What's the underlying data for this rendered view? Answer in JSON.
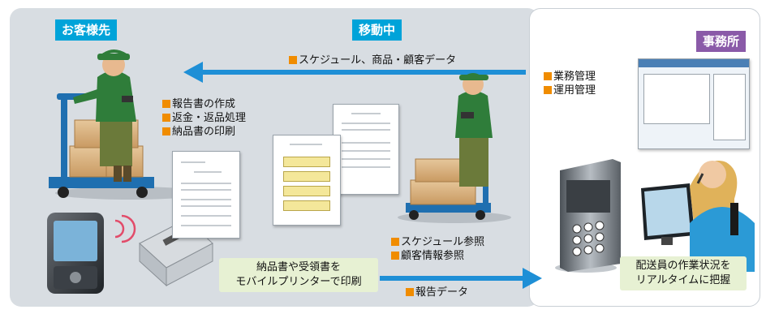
{
  "labels": {
    "customer": "お客様先",
    "moving": "移動中",
    "office": "事務所"
  },
  "arrows": {
    "top": "スケジュール、商品・顧客データ",
    "bottom": "報告データ"
  },
  "notes": {
    "customer_tasks": [
      "報告書の作成",
      "返金・返品処理",
      "納品書の印刷"
    ],
    "office_tasks": [
      "業務管理",
      "運用管理"
    ],
    "moving_tasks": [
      "スケジュール参照",
      "顧客情報参照"
    ]
  },
  "callouts": {
    "printer": [
      "納品書や受領書を",
      "モバイルプリンターで印刷"
    ],
    "operator": [
      "配送員の作業状況を",
      "リアルタイムに把握"
    ]
  },
  "colors": {
    "tag_cyan": "#00a3d9",
    "tag_purple": "#8a5aa8",
    "bullet_orange": "#f08c00",
    "arrow_blue": "#1e8fd6",
    "callout_green": "#e7f1d3"
  }
}
